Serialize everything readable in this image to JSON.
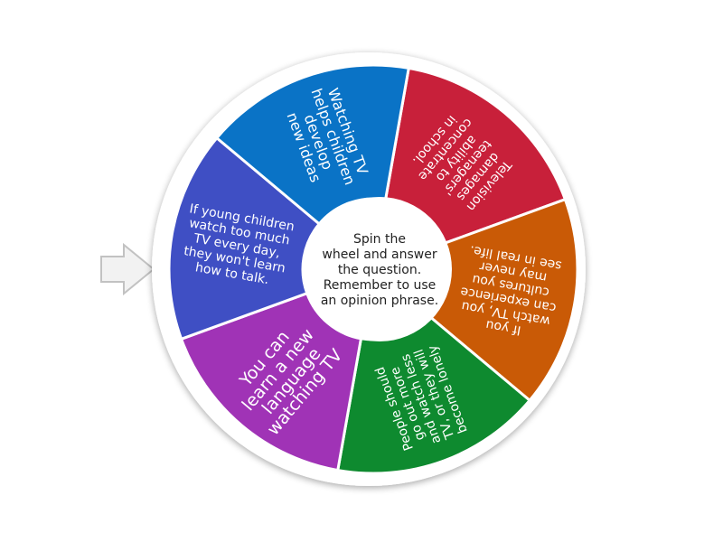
{
  "wheel": {
    "segments": [
      {
        "text": [
          "Television",
          "damages",
          "teenagers'",
          "ability to",
          "concentrate",
          "in school."
        ],
        "color": "#c8203a"
      },
      {
        "text": [
          "If you",
          "watch TV, you",
          "can experience",
          "cultures you",
          "may never",
          "see in real life."
        ],
        "color": "#c95a06"
      },
      {
        "text": [
          "People should",
          "go out more",
          "and watch less",
          "TV, or they will",
          "become lonely"
        ],
        "color": "#0e8a2f"
      },
      {
        "text": [
          "You can",
          "learn a new",
          "language",
          "watching TV"
        ],
        "color": "#a033b6"
      },
      {
        "text": [
          "If young children",
          "watch too much",
          "TV every day,",
          "they won't learn",
          "how to talk."
        ],
        "color": "#3f4fc4"
      },
      {
        "text": [
          "Watching TV",
          "helps children",
          "develop",
          "new ideas"
        ],
        "color": "#0a73c6"
      }
    ],
    "center_text": [
      "Spin the",
      "wheel and answer",
      "the question.",
      "Remember to use",
      "an opinion phrase."
    ]
  },
  "pointer": {
    "icon": "pointer-arrow-icon"
  }
}
